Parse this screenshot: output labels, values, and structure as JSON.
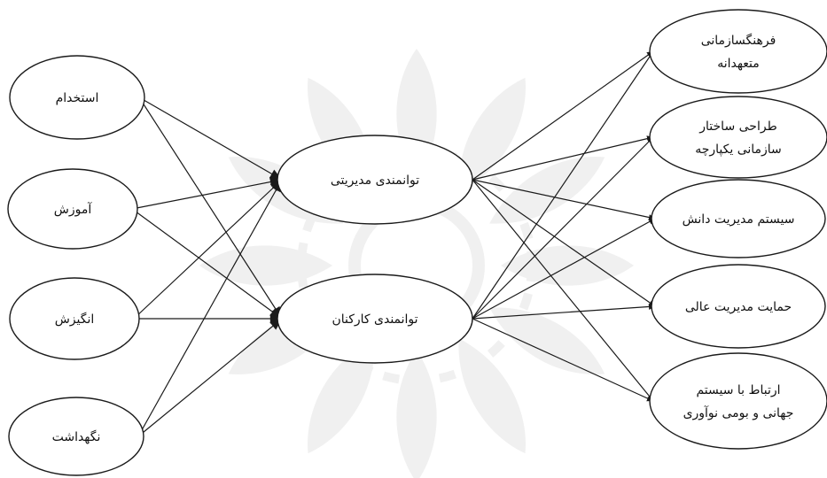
{
  "diagram": {
    "left_nodes": [
      {
        "id": "hiring",
        "label": "استخدام"
      },
      {
        "id": "training",
        "label": "آموزش"
      },
      {
        "id": "motivation",
        "label": "انگیزش"
      },
      {
        "id": "retention",
        "label": "نگهداشت"
      }
    ],
    "middle_nodes": [
      {
        "id": "mgmt_empowerment",
        "label": "توانمندی مدیریتی"
      },
      {
        "id": "staff_empowerment",
        "label": "توانمندی کارکنان"
      }
    ],
    "right_nodes": [
      {
        "id": "committed_culture",
        "lines": [
          "فرهنگسازمانی",
          "متعهدانه"
        ]
      },
      {
        "id": "integrated_structure",
        "lines": [
          "طراحی ساختار",
          "سازمانی یکپارچه"
        ]
      },
      {
        "id": "km_system",
        "lines": [
          "سیستم مدیریت دانش"
        ]
      },
      {
        "id": "top_mgmt_support",
        "lines": [
          "حمایت مدیریت عالی"
        ]
      },
      {
        "id": "innovation_links",
        "lines": [
          "ارتباط با سیستم",
          "جهانی و بومی نوآوری"
        ]
      }
    ],
    "edges": [
      [
        "hiring",
        "mgmt_empowerment"
      ],
      [
        "hiring",
        "staff_empowerment"
      ],
      [
        "training",
        "mgmt_empowerment"
      ],
      [
        "training",
        "staff_empowerment"
      ],
      [
        "motivation",
        "mgmt_empowerment"
      ],
      [
        "motivation",
        "staff_empowerment"
      ],
      [
        "retention",
        "mgmt_empowerment"
      ],
      [
        "retention",
        "staff_empowerment"
      ],
      [
        "mgmt_empowerment",
        "committed_culture"
      ],
      [
        "mgmt_empowerment",
        "integrated_structure"
      ],
      [
        "mgmt_empowerment",
        "km_system"
      ],
      [
        "mgmt_empowerment",
        "top_mgmt_support"
      ],
      [
        "mgmt_empowerment",
        "innovation_links"
      ],
      [
        "staff_empowerment",
        "committed_culture"
      ],
      [
        "staff_empowerment",
        "integrated_structure"
      ],
      [
        "staff_empowerment",
        "km_system"
      ],
      [
        "staff_empowerment",
        "top_mgmt_support"
      ],
      [
        "staff_empowerment",
        "innovation_links"
      ]
    ]
  },
  "colors": {
    "stroke": "#1a1a1a",
    "watermark": "#6b6b6b",
    "background": "#ffffff"
  }
}
